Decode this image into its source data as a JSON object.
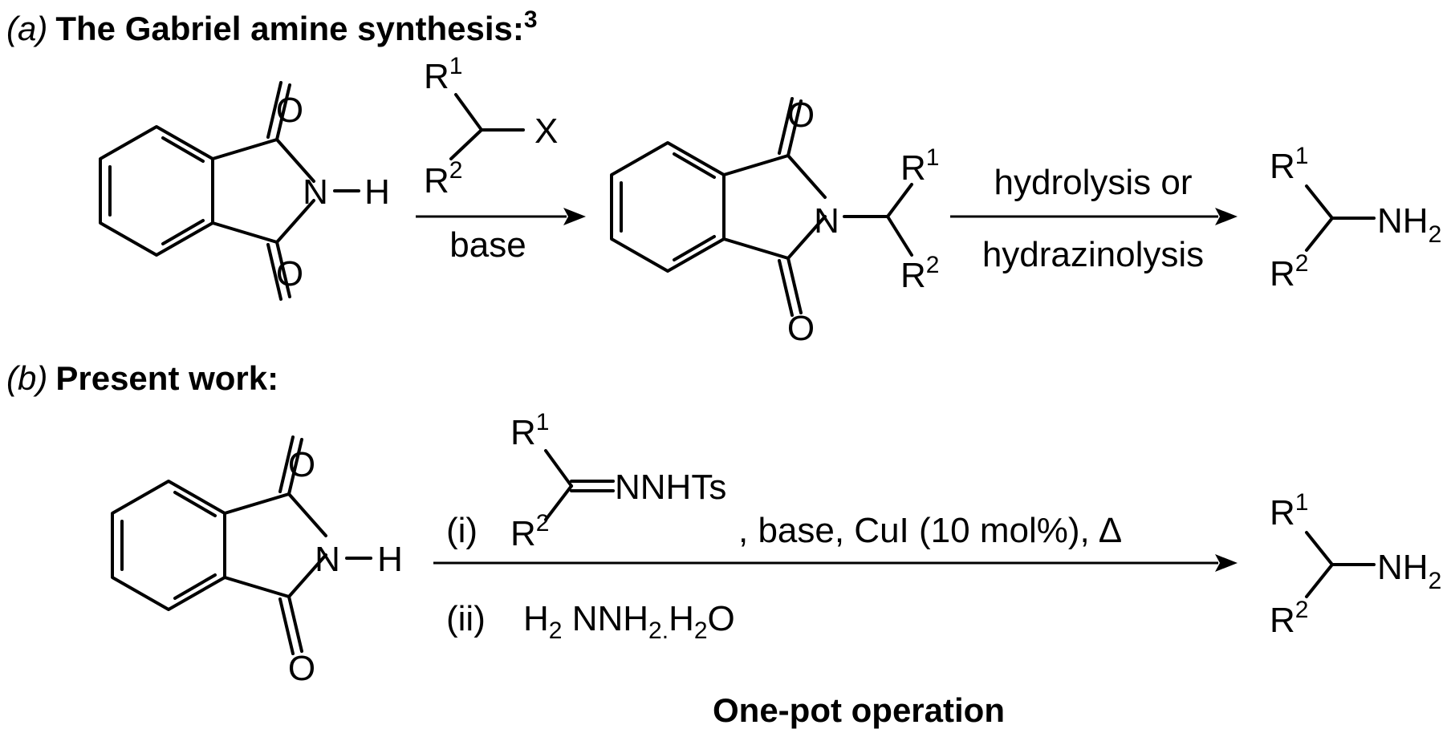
{
  "section_a": {
    "paren_open": "(",
    "letter": "a",
    "paren_close": ")",
    "title": "The Gabriel amine synthesis:",
    "ref": "3",
    "atom_o": "O",
    "atom_n": "N",
    "atom_h": "H",
    "r1": "R",
    "r1_sup": "1",
    "r2": "R",
    "r2_sup": "2",
    "x": "X",
    "reagent_below": "base",
    "cond_above": "hydrolysis or",
    "cond_below": "hydrazinolysis",
    "nh2_main": "NH",
    "nh2_sub": "2"
  },
  "section_b": {
    "paren_open": "(",
    "letter": "b",
    "paren_close": ")",
    "title": "Present work:",
    "atom_o": "O",
    "atom_n": "N",
    "atom_h": "H",
    "step_i": "(i)",
    "r1": "R",
    "r1_sup": "1",
    "r2": "R",
    "r2_sup": "2",
    "nnhts": "NNHTs",
    "cond_rest": ", base,  CuI (10 mol%), ∆",
    "step_ii": "(ii)",
    "reagent_ii": "H",
    "reagent_ii_sub1": "2",
    "reagent_ii_mid": " NNH",
    "reagent_ii_sub2": "2.",
    "reagent_ii_end": "H",
    "reagent_ii_sub3": "2",
    "reagent_ii_tail": "O",
    "nh2_main": "NH",
    "nh2_sub": "2",
    "footer": "One-pot operation"
  }
}
